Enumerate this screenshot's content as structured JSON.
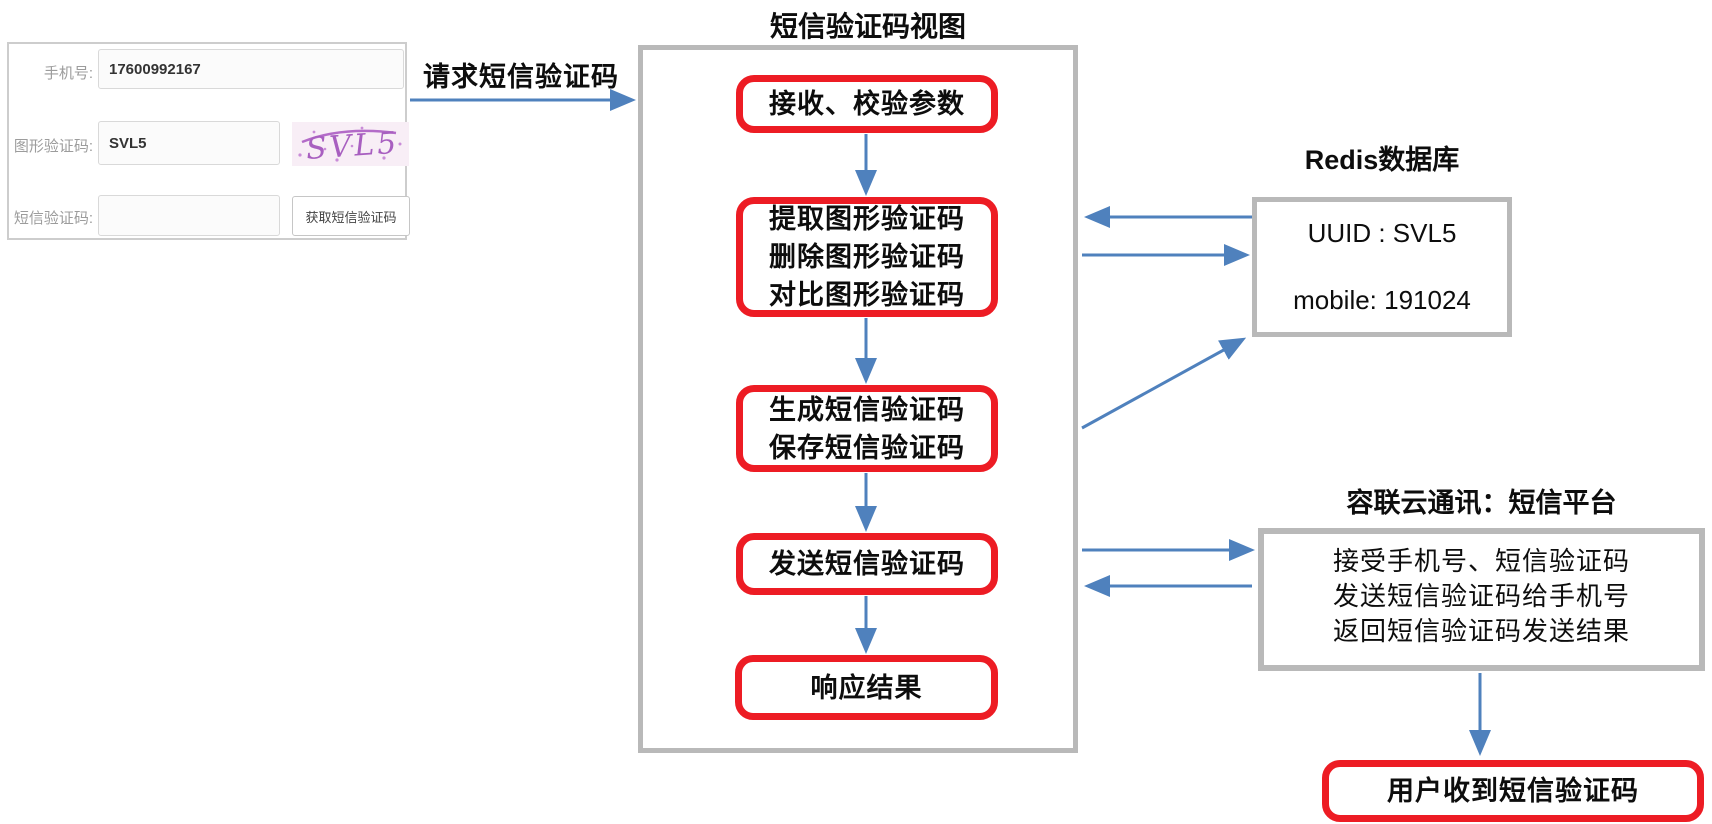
{
  "form": {
    "rows": [
      {
        "label": "手机号:",
        "value": "17600992167"
      },
      {
        "label": "图形验证码:",
        "value": "SVL5"
      },
      {
        "label": "短信验证码:",
        "value": "",
        "button": "获取短信验证码"
      }
    ],
    "captcha_text": "SVL5"
  },
  "request_arrow_label": "请求短信验证码",
  "view": {
    "title": "短信验证码视图",
    "steps": [
      {
        "lines": [
          "接收、校验参数"
        ]
      },
      {
        "lines": [
          "提取图形验证码",
          "删除图形验证码",
          "对比图形验证码"
        ]
      },
      {
        "lines": [
          "生成短信验证码",
          "保存短信验证码"
        ]
      },
      {
        "lines": [
          "发送短信验证码"
        ]
      },
      {
        "lines": [
          "响应结果"
        ]
      }
    ]
  },
  "redis": {
    "title": "Redis数据库",
    "entries": [
      "UUID : SVL5",
      "mobile: 191024"
    ]
  },
  "sms_platform": {
    "title": "容联云通讯：短信平台",
    "lines": [
      "接受手机号、短信验证码",
      "发送短信验证码给手机号",
      "返回短信验证码发送结果"
    ]
  },
  "result_box": {
    "label": "用户收到短信验证码"
  },
  "colors": {
    "arrow_blue": "#4f81bd",
    "step_red": "#ed1c24",
    "border_gray": "#b9b9b9",
    "captcha_purple": "#a85fc0",
    "captcha_bg": "#f8eef6"
  }
}
